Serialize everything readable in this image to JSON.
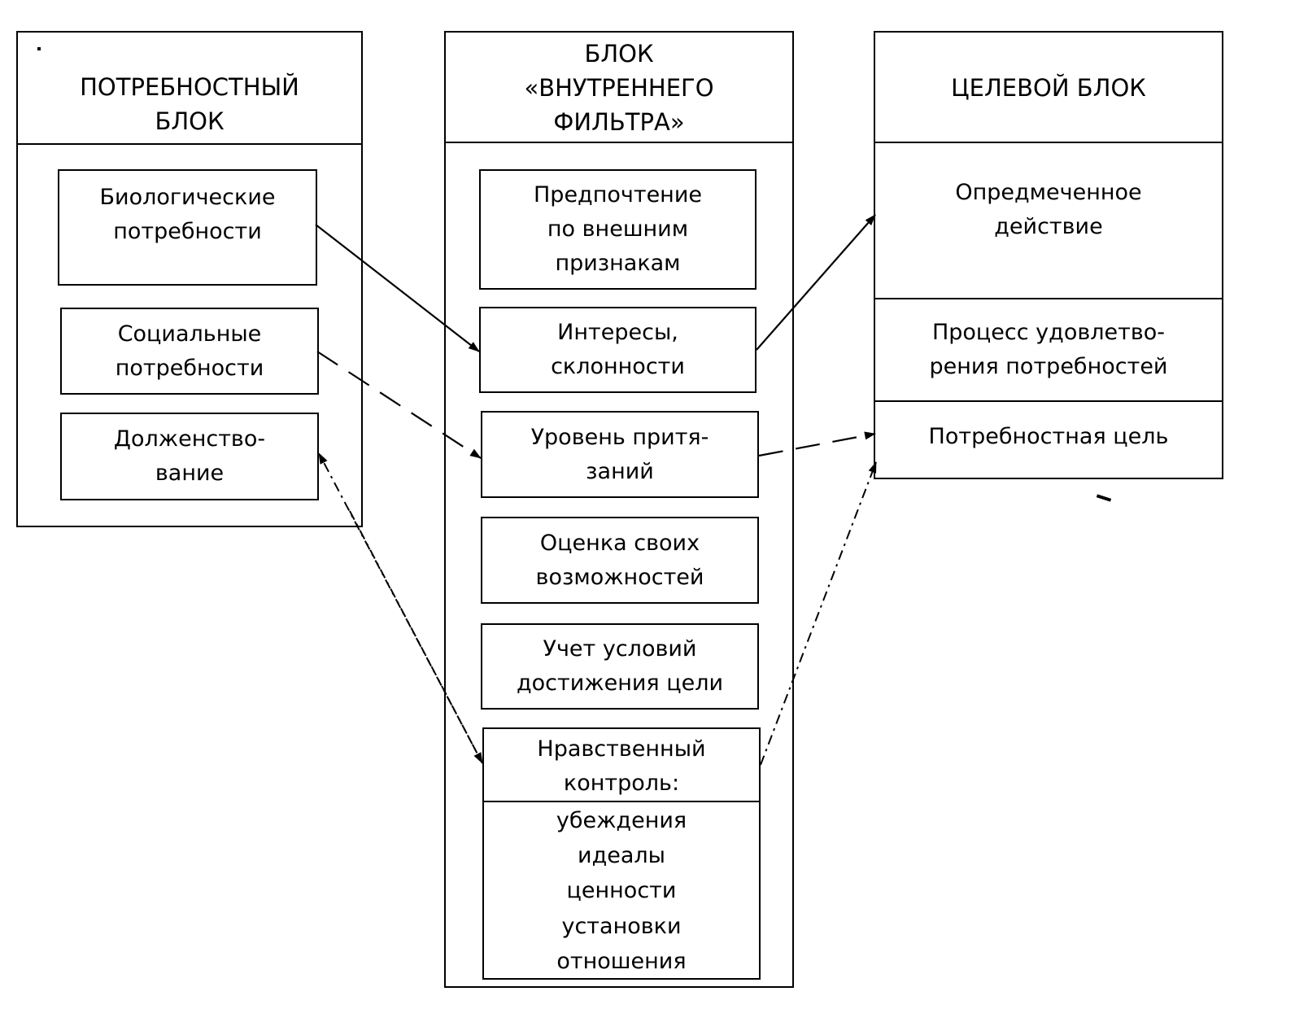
{
  "needs_block": {
    "title": "ПОТРЕБНОСТНЫЙ\nБЛОК",
    "items": [
      "Биологические\nпотребности",
      "Социальные\nпотребности",
      "Долженство-\nвание"
    ]
  },
  "filter_block": {
    "title": "БЛОК\n«ВНУТРЕННЕГО\nФИЛЬТРА»",
    "items": [
      "Предпочтение\nпо внешним\nпризнакам",
      "Интересы,\nсклонности",
      "Уровень притя-\nзаний",
      "Оценка своих\nвозможностей",
      "Учет условий\nдостижения цели"
    ],
    "moral_title": "Нравственный\nконтроль:",
    "moral_items": "убеждения\nидеалы\nценности\nустановки\nотношения"
  },
  "goal_block": {
    "title": "ЦЕЛЕВОЙ БЛОК",
    "items": [
      "Опредмеченное\nдействие",
      "Процесс удовлетво-\nрения потребностей",
      "Потребностная цель"
    ]
  }
}
